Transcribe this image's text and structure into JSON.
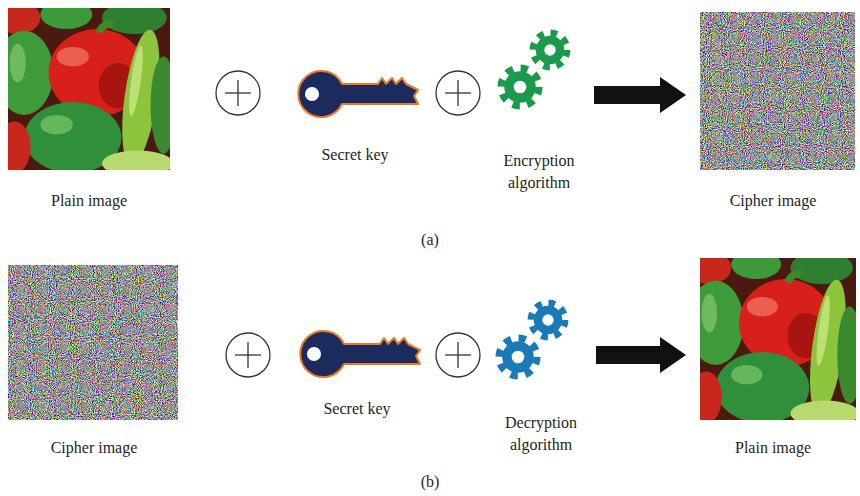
{
  "diagram": {
    "nodes": [
      {
        "text": [
          "Plain image"
        ]
      },
      {
        "text": [
          "Secret key"
        ]
      },
      {
        "text": [
          "Encryption algorithm"
        ]
      },
      {
        "text": [
          "Cipher image"
        ]
      },
      {
        "text": [
          "Cipher image"
        ]
      },
      {
        "text": [
          "Secret key"
        ]
      },
      {
        "text": [
          "Decryption algorithm"
        ]
      },
      {
        "text": [
          "Plain image"
        ]
      }
    ],
    "edges": [
      {
        "from": 2,
        "to": 3,
        "arrow": "to"
      },
      {
        "from": 6,
        "to": 7,
        "arrow": "to"
      }
    ],
    "labels": [
      "(a)",
      "(b)"
    ]
  }
}
